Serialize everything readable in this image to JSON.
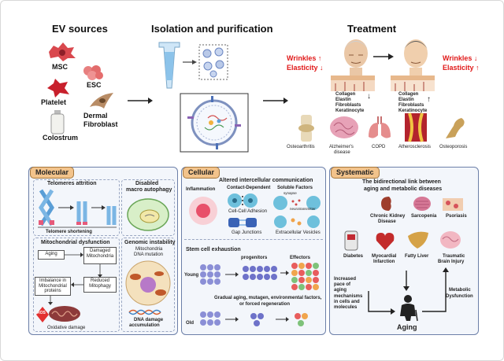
{
  "top": {
    "ev_sources": "EV sources",
    "isolation": "Isolation and purification",
    "treatment": "Treatment",
    "sources": [
      "MSC",
      "ESC",
      "Platelet",
      "Dermal",
      "Fibroblast",
      "Colostrum"
    ],
    "wrinkles_up": "Wrinkles ↑",
    "elasticity_down": "Elasticity ↓",
    "wrinkles_down": "Wrinkles ↓",
    "elasticity_up": "Elasticity ↑",
    "skin_list": [
      "Collagen",
      "Elastin",
      "Fibroblasts",
      "Keratinocyte"
    ],
    "diseases": [
      "Osteoarthritis",
      "Alzheimer's",
      "disease",
      "COPD",
      "Atherosclerosis",
      "Osteoporosis"
    ]
  },
  "molecular": {
    "title": "Molecular",
    "telomeres": "Telomeres attrition",
    "telomere_shortening": "Telomere shortening",
    "autophagy": [
      "Disabled",
      "macro autophagy"
    ],
    "mito_dys": "Mitochondrial dysfunction",
    "genomic": "Genomic instability",
    "boxes": [
      "Aging",
      "Damaged Mitochondria",
      "Reduced Mitophagy",
      "Imbalance in Mitochondrial proteins"
    ],
    "ros": "ROS",
    "oxidative": "Oxidative damage",
    "mito_dna": [
      "Mitochondria",
      "DNA mutation"
    ],
    "dna_damage": [
      "DNA damage",
      "accumulation"
    ]
  },
  "cellular": {
    "title": "Cellular",
    "altered": "Altered intercellular communication",
    "inflammation": "Inflammation",
    "contact": "Contact-Dependent",
    "soluble": "Soluble Factors",
    "cell_adhesion": "Cell-Cell Adhesion",
    "gap": "Gap Junctions",
    "synapse": "synapse",
    "neuro": "neurotransmitter",
    "ev": "Extracellular Vesicles",
    "stem": "Stem cell exhaustion",
    "progenitors": "progenitors",
    "effectors": "Effectors",
    "young": "Young",
    "old": "Old",
    "gradual": [
      "Gradual aging, mutagen, environmental factors,",
      "or forced regeneration"
    ]
  },
  "systematic": {
    "title": "Systematic",
    "heading": [
      "The bidirectional link between",
      "aging and metabolic diseases"
    ],
    "ckd": [
      "Chronic Kidney",
      "Disease"
    ],
    "sarcopenia": "Sarcopenia",
    "psoriasis": "Psoriasis",
    "diabetes": "Diabetes",
    "mi": [
      "Myocardial",
      "Infarction"
    ],
    "fatty": "Fatty Liver",
    "tbi": [
      "Traumatic",
      "Brain Injury"
    ],
    "increased": [
      "Increased",
      "pace of",
      "aging",
      "mechanisms",
      "in cells and",
      "molecules"
    ],
    "metabolic": [
      "Metabolic",
      "Dysfunction"
    ],
    "aging": "Aging"
  },
  "colors": {
    "panel_border": "#6c7fa8",
    "title_bg": "#f2c38b",
    "red_text": "#e01818"
  }
}
